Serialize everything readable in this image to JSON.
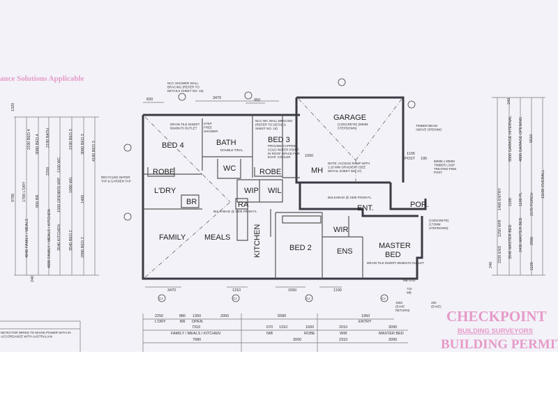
{
  "header_note": "ance Solutions Applicable",
  "stamp": {
    "company": "CHECKPOINT",
    "subtitle": "BUILDING SURVEYORS",
    "permit": "BUILDING PERMIT",
    "color": "#e69ac8"
  },
  "rooms": {
    "bed4": "BED 4",
    "bath": "BATH",
    "bed3": "BED 3",
    "wc": "WC",
    "robe": "ROBE",
    "laundry": "L'DRY",
    "br": "BR",
    "wip": "WIP",
    "wil": "WIL",
    "ra": "RA",
    "garage": "GARAGE",
    "mh": "MH",
    "family": "FAMILY",
    "meals": "MEALS",
    "kitchen": "KITCHEN",
    "bed2": "BED 2",
    "wir": "WIR",
    "ens": "ENS",
    "ent": "ENT.",
    "por": "POR.",
    "master1": "MASTER",
    "master2": "BED"
  },
  "notes": {
    "ncc_shower": "NCC SHOWER WALL BRACING (REFER TO DETAILS SHEET NO. 16)",
    "drain_bath": "DRAIN TILE INSERT 80x80x70 OUTLET",
    "step_free": "STEP FREE SHOWER",
    "double_tiral": "DOUBLE TIRAL",
    "ncc_wc": "NCC WC WALL BRACING (REFER TO DETAILS SHEET NO. 18)",
    "cold_water": "PROVIDE CAPPED COLD WATER POINT IN ROOF SPACE FOR EVAP. COOLER",
    "garage_sub": "(CONCRETE) (50MM STEPDOWN)",
    "ramp": "NOTE: ACCESS RAMP WITH 1:10 MIN GRADIENT (SEE DETAIL SHEET NO. 17)",
    "timber_beam": "TIMBER BEAM ABOVE OPENING",
    "post": "90MM x 90MM TIMBER LOSP TREATED PINE POST",
    "bulkhead1": "BULKHEAD @ 2305 FROM FL",
    "bulkhead2": "BULKHEAD @ 2305 FROM FL",
    "recycled": "RECYCLED WATER TAP & GARDEN TAP",
    "drain_ens": "DRAIN TILE INSERT 80x80x70 OUTLET",
    "porch_sub": "(CONCRETE) (172MM STEPDOWN)",
    "smoke": "DETECTOR WIRED TO MAINS POWER WITH IN ACCORDANCE WITH AUSTRALIAN",
    "mb_gas": "MB GAS",
    "eave_return": "1550 (EAVE RETURN)",
    "eave": "450 (EAVE)",
    "mb": "710 MB"
  },
  "top_dims": [
    "830",
    "3470",
    "950",
    "1000",
    "1105",
    "POST",
    "195"
  ],
  "plan_bottom_dims": [
    "3470",
    "1310",
    "1550",
    "1190"
  ],
  "left_dims": [
    "1320",
    "9780",
    "2190 BED 4",
    "1700 L'DRY",
    "4040 FAMILY / MEALS",
    "3080 BED 4",
    "850 BR",
    "2190 BATH",
    "2250",
    "4880 FAMILY / MEALS / KITCHEN",
    "1100 WC",
    "970 WIP",
    "1550 OPEN",
    "3540 KITCHEN",
    "2190 BED 3",
    "1060 WIL",
    "3540 BED 2",
    "3080 BED 3",
    "1400",
    "2980 BED 2",
    "4180 BED 3",
    "240"
  ],
  "right_dims": [
    "240",
    "5500 GARAGE INTERNAL",
    "4800 GARAGE OPENING",
    "5510",
    "11100 OVERALL",
    "1400 ENTRY",
    "1100",
    "1100 PL",
    "1570 PORCH",
    "1250 WIR",
    "3540 MASTER BED",
    "2430 MASTER BED",
    "2900",
    "2220 ENS",
    "1120",
    "240"
  ],
  "bottom_dims": {
    "row1": [
      "2250",
      "L'DRY",
      "880",
      "BR",
      "1350",
      "OPEN",
      "2950",
      "5580",
      "1950",
      "ENTRY"
    ],
    "row2": [
      "7310",
      "FAMILY / MEALS / KITCHEN",
      "670",
      "NIB",
      "1310",
      "1600",
      "ROBE",
      "2010",
      "WIR",
      "3090",
      "MASTER BED"
    ],
    "row3": [
      "7980",
      "3000",
      "2310",
      "3090"
    ]
  },
  "grid_marker": "CJ"
}
